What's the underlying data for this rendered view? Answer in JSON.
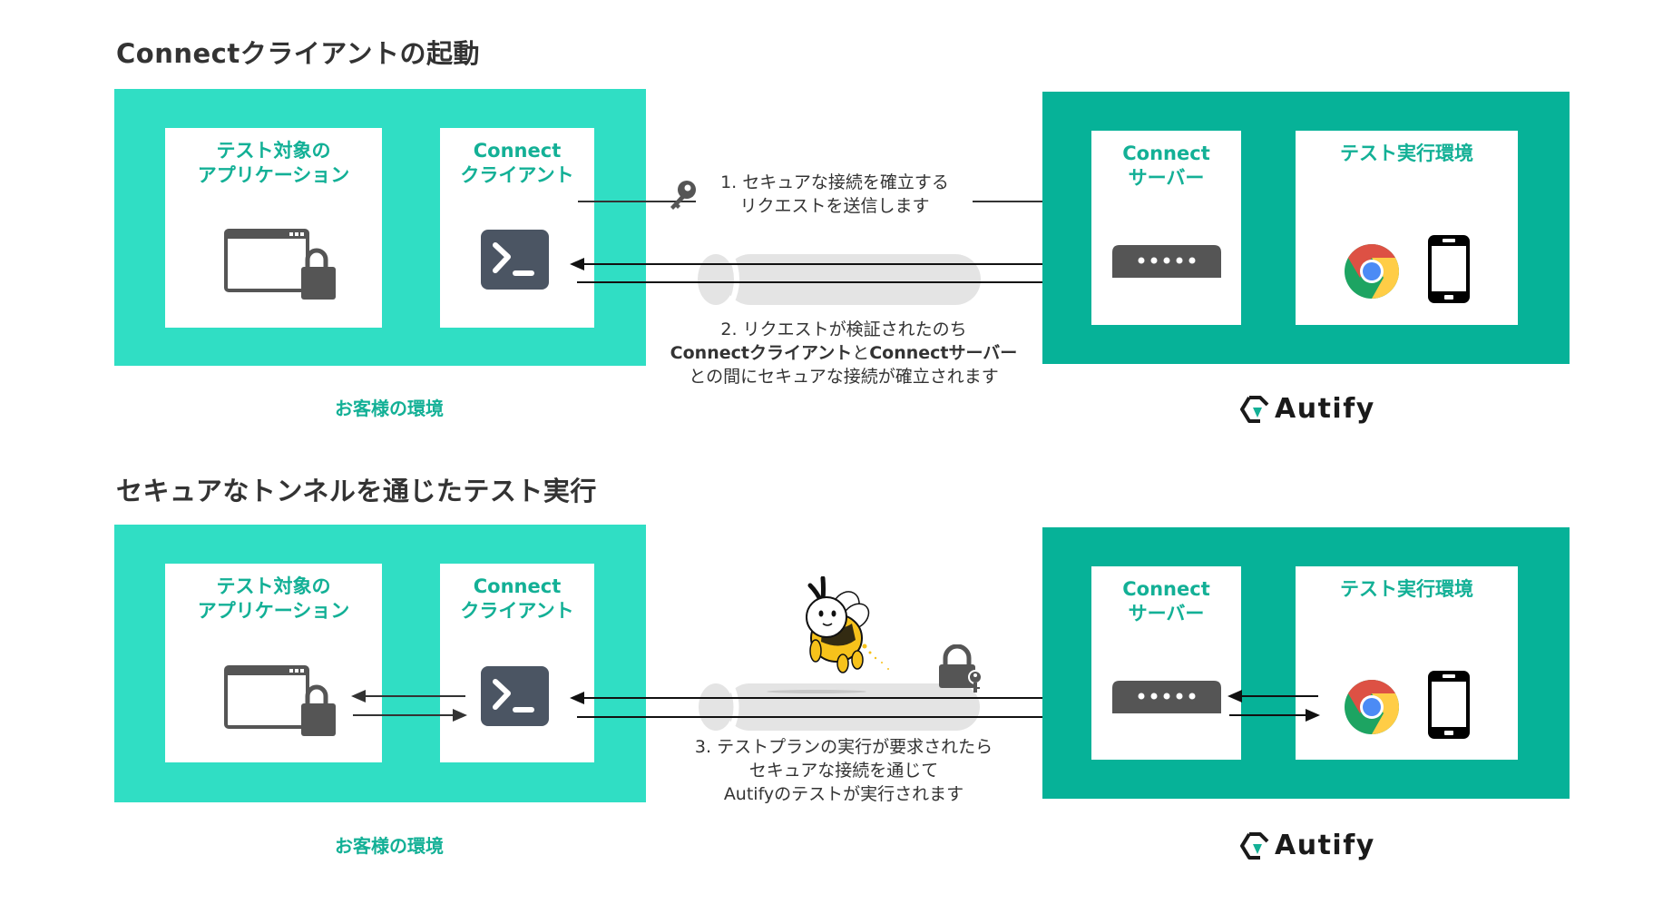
{
  "sections": [
    {
      "title": "Connectクライアントの起動",
      "customer_env": {
        "label": "お客様の環境",
        "app_card_title": "テスト対象の\nアプリケーション",
        "client_card_title": "Connect\nクライアント"
      },
      "autify_env": {
        "server_card_title": "Connect\nサーバー",
        "test_env_card_title": "テスト実行環境",
        "logo_text": "Autify"
      },
      "step1": {
        "line1": "1. セキュアな接続を確立する",
        "line2": "リクエストを送信します"
      },
      "step2": {
        "line1": "2. リクエストが検証されたのち",
        "line2_part1": "Connectクライアント",
        "line2_part2": "と",
        "line2_part3": "Connectサーバー",
        "line3": "との間にセキュアな接続が確立されます"
      }
    },
    {
      "title": "セキュアなトンネルを通じたテスト実行",
      "customer_env": {
        "label": "お客様の環境",
        "app_card_title": "テスト対象の\nアプリケーション",
        "client_card_title": "Connect\nクライアント"
      },
      "autify_env": {
        "server_card_title": "Connect\nサーバー",
        "test_env_card_title": "テスト実行環境",
        "logo_text": "Autify"
      },
      "step3": {
        "line1": "3. テストプランの実行が要求されたら",
        "line2": "セキュアな接続を通じて",
        "line3": "Autifyのテストが実行されます"
      }
    }
  ],
  "colors": {
    "customer_env": "#30dec4",
    "autify_env": "#06b298",
    "accent_text": "#13b096",
    "icon_dark": "#555555",
    "terminal_bg": "#4b5563",
    "tunnel": "#e4e4e4"
  },
  "icons": [
    "browser-lock-icon",
    "terminal-icon",
    "key-icon",
    "server-icon",
    "chrome-icon",
    "smartphone-icon",
    "padlock-key-icon",
    "bee-mascot",
    "autify-logo-icon"
  ]
}
